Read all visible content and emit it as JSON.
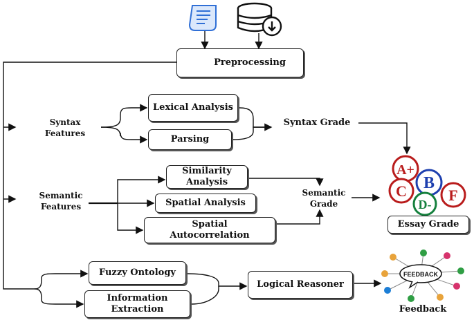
{
  "nodes": {
    "preprocessing": "Preprocessing",
    "lexical_analysis": "Lexical Analysis",
    "parsing": "Parsing",
    "syntax_features": "Syntax Features",
    "syntax_grade": "Syntax Grade",
    "semantic_features": "Semantic Features",
    "similarity_analysis": "Similarity Analysis",
    "spatial_analysis": "Spatial Analysis",
    "spatial_autocorrelation": "Spatial Autocorrelation",
    "semantic_grade": "Semantic Grade",
    "essay_grade": "Essay Grade",
    "fuzzy_ontology": "Fuzzy Ontology",
    "information_extraction": "Information Extraction",
    "logical_reasoner": "Logical Reasoner",
    "feedback": "Feedback"
  },
  "grade_badges": [
    "A+",
    "B",
    "C",
    "D-",
    "F"
  ],
  "feedback_bubble": "FEEDBACK",
  "colors": {
    "line": "#111111",
    "badge_red": "#b91c1c",
    "badge_blue": "#1e40af",
    "badge_green": "#15803d",
    "gear": "#e8792b",
    "doc_blue": "#2f6fd6"
  }
}
